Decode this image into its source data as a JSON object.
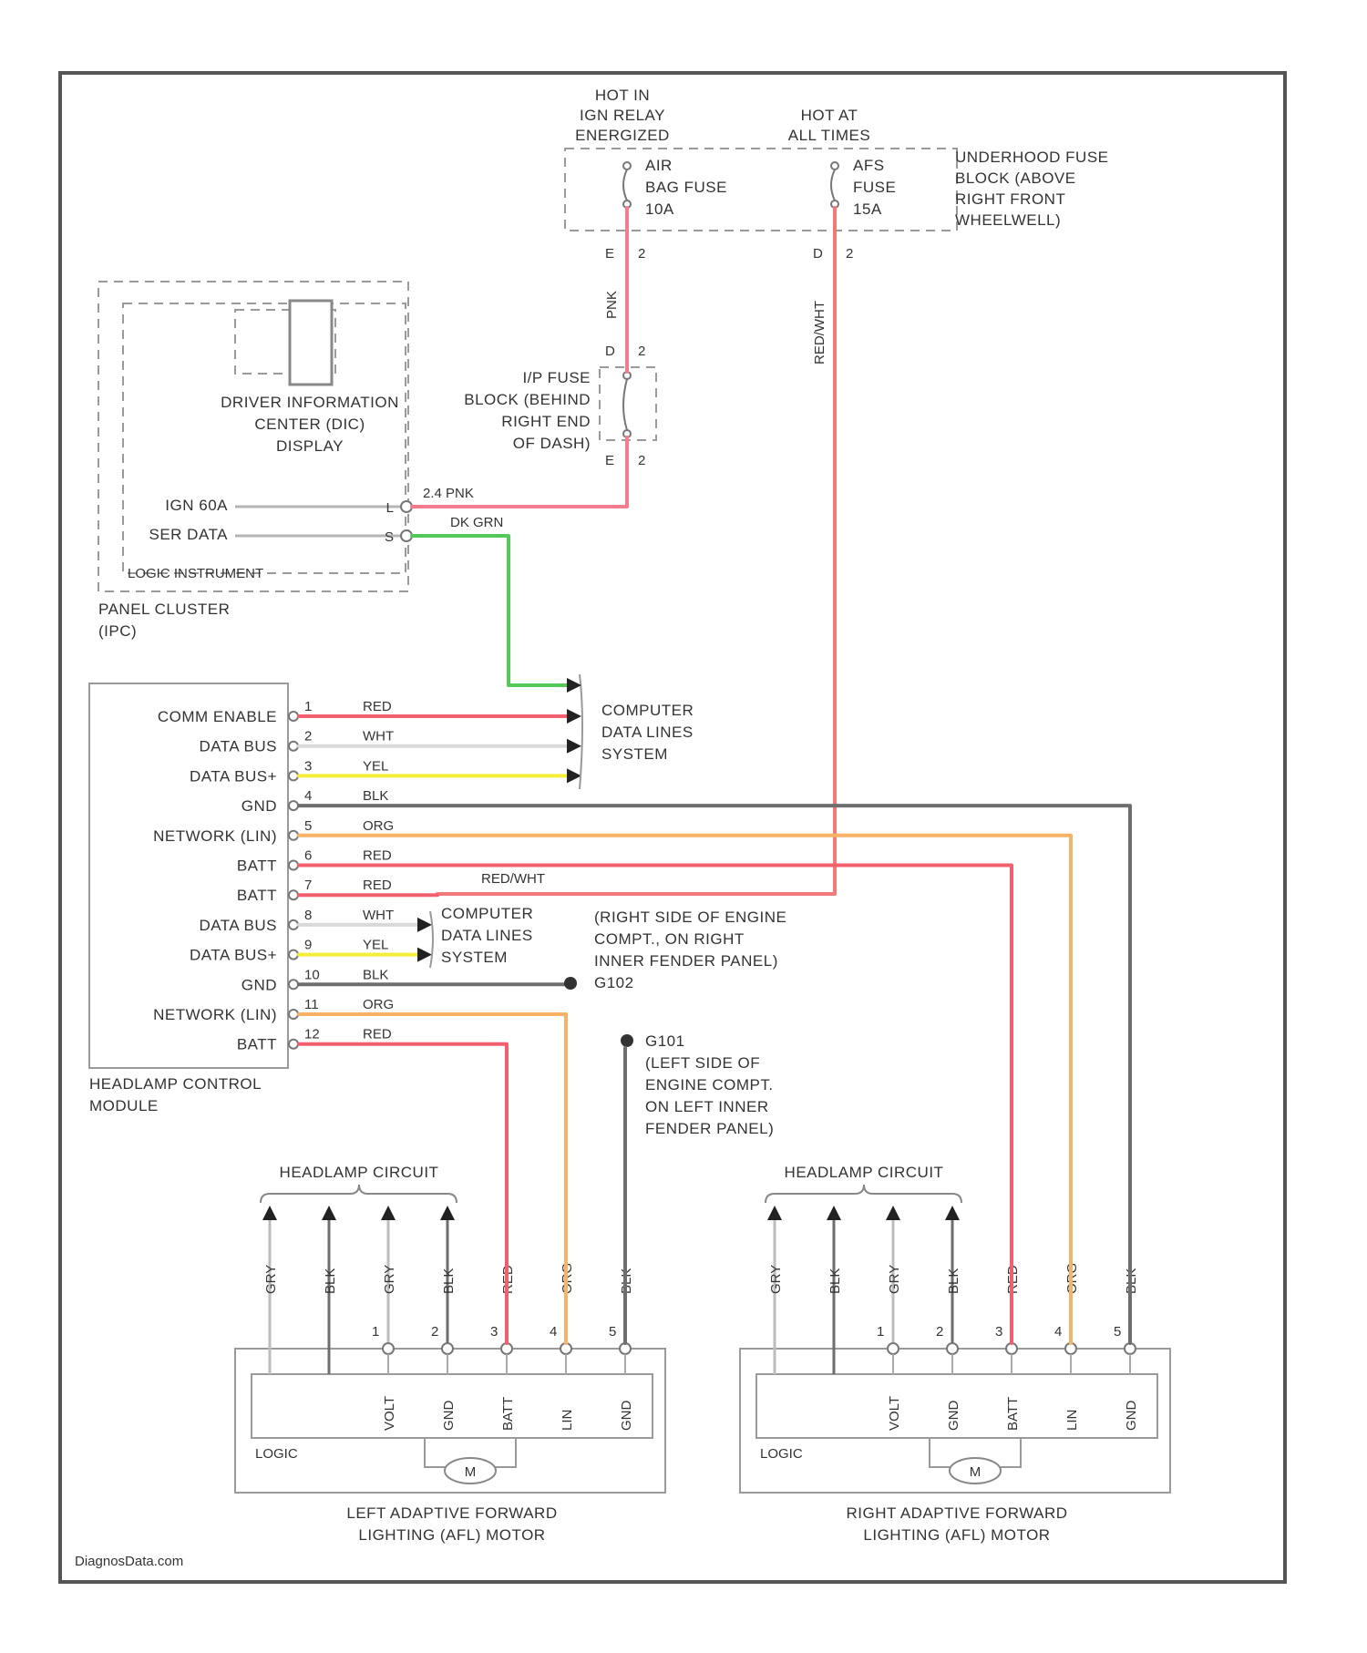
{
  "colors": {
    "PNK": "#f27d8f",
    "RED/WHT": "#f07a7a",
    "DK GRN": "#55c85a",
    "RED": "#f2606e",
    "WHT": "#d9d9d9",
    "YEL": "#f2ee3a",
    "BLK": "#6e6e6e",
    "ORG": "#f7b265",
    "GRY": "#bdbdbd"
  },
  "fuse_block": {
    "hot_left": [
      "HOT IN",
      "IGN RELAY",
      "ENERGIZED"
    ],
    "hot_right": [
      "HOT AT",
      "ALL TIMES"
    ],
    "fuse_left": [
      "AIR",
      "BAG FUSE",
      "10A"
    ],
    "fuse_right": [
      "AFS",
      "FUSE",
      "15A"
    ],
    "caption": [
      "UNDERHOOD FUSE",
      "BLOCK (ABOVE",
      "RIGHT FRONT",
      "WHEELWELL)"
    ],
    "pins_left": [
      "E",
      "2"
    ],
    "pins_right": [
      "D",
      "2"
    ]
  },
  "ip_fuse_block": {
    "caption": [
      "I/P FUSE",
      "BLOCK (BEHIND",
      "RIGHT END",
      "OF DASH)"
    ],
    "pins_top": [
      "D",
      "2"
    ],
    "pins_bottom": [
      "E",
      "2"
    ]
  },
  "cluster": {
    "dic_label": [
      "DRIVER INFORMATION",
      "CENTER (DIC)",
      "DISPLAY"
    ],
    "pin_labels": [
      "IGN 60A",
      "SER DATA"
    ],
    "pin_numbers": [
      "L",
      "S"
    ],
    "logic": "LOGIC INSTRUMENT",
    "caption": [
      "PANEL CLUSTER",
      "(IPC)"
    ],
    "wire_labels": [
      "2.4 PNK",
      "DK GRN"
    ]
  },
  "hcm": {
    "rows": [
      {
        "label": "COMM ENABLE",
        "pin": "1",
        "wire": "RED"
      },
      {
        "label": "DATA BUS",
        "pin": "2",
        "wire": "WHT"
      },
      {
        "label": "DATA BUS+",
        "pin": "3",
        "wire": "YEL"
      },
      {
        "label": "GND",
        "pin": "4",
        "wire": "BLK"
      },
      {
        "label": "NETWORK (LIN)",
        "pin": "5",
        "wire": "ORG"
      },
      {
        "label": "BATT",
        "pin": "6",
        "wire": "RED"
      },
      {
        "label": "BATT",
        "pin": "7",
        "wire": "RED"
      },
      {
        "label": "DATA BUS",
        "pin": "8",
        "wire": "WHT"
      },
      {
        "label": "DATA BUS+",
        "pin": "9",
        "wire": "YEL"
      },
      {
        "label": "GND",
        "pin": "10",
        "wire": "BLK"
      },
      {
        "label": "NETWORK (LIN)",
        "pin": "11",
        "wire": "ORG"
      },
      {
        "label": "BATT",
        "pin": "12",
        "wire": "RED"
      }
    ],
    "caption": [
      "HEADLAMP CONTROL",
      "MODULE"
    ]
  },
  "labels": {
    "computer_data_1": [
      "COMPUTER",
      "DATA LINES",
      "SYSTEM"
    ],
    "computer_data_2": [
      "COMPUTER",
      "DATA LINES",
      "SYSTEM"
    ],
    "red_wht": "RED/WHT",
    "red_wht_vertical": "RED/WHT",
    "pnk_vertical": "PNK",
    "ground_right": [
      "(RIGHT SIDE OF ENGINE",
      "COMPT., ON RIGHT",
      "INNER FENDER PANEL)",
      "G102"
    ],
    "ground_left": [
      "G101",
      "(LEFT SIDE OF",
      "ENGINE COMPT.",
      "ON LEFT INNER",
      "FENDER PANEL)"
    ]
  },
  "left_motor": {
    "circuit_label": "HEADLAMP CIRCUIT",
    "wire_labels": [
      "GRY",
      "BLK",
      "GRY",
      "BLK",
      "RED",
      "ORG",
      "BLK"
    ],
    "pin_numbers": [
      "1",
      "2",
      "3",
      "4",
      "5"
    ],
    "pin_labels": [
      "VOLT",
      "GND",
      "BATT",
      "LIN",
      "GND"
    ],
    "logic": "LOGIC",
    "motor": "M",
    "caption": [
      "LEFT ADAPTIVE FORWARD",
      "LIGHTING (AFL) MOTOR"
    ]
  },
  "right_motor": {
    "circuit_label": "HEADLAMP CIRCUIT",
    "wire_labels": [
      "GRY",
      "BLK",
      "GRY",
      "BLK",
      "RED",
      "ORG",
      "BLK"
    ],
    "pin_numbers": [
      "1",
      "2",
      "3",
      "4",
      "5"
    ],
    "pin_labels": [
      "VOLT",
      "GND",
      "BATT",
      "LIN",
      "GND"
    ],
    "logic": "LOGIC",
    "motor": "M",
    "caption": [
      "RIGHT ADAPTIVE FORWARD",
      "LIGHTING (AFL) MOTOR"
    ]
  },
  "watermark": "DiagnosData.com"
}
